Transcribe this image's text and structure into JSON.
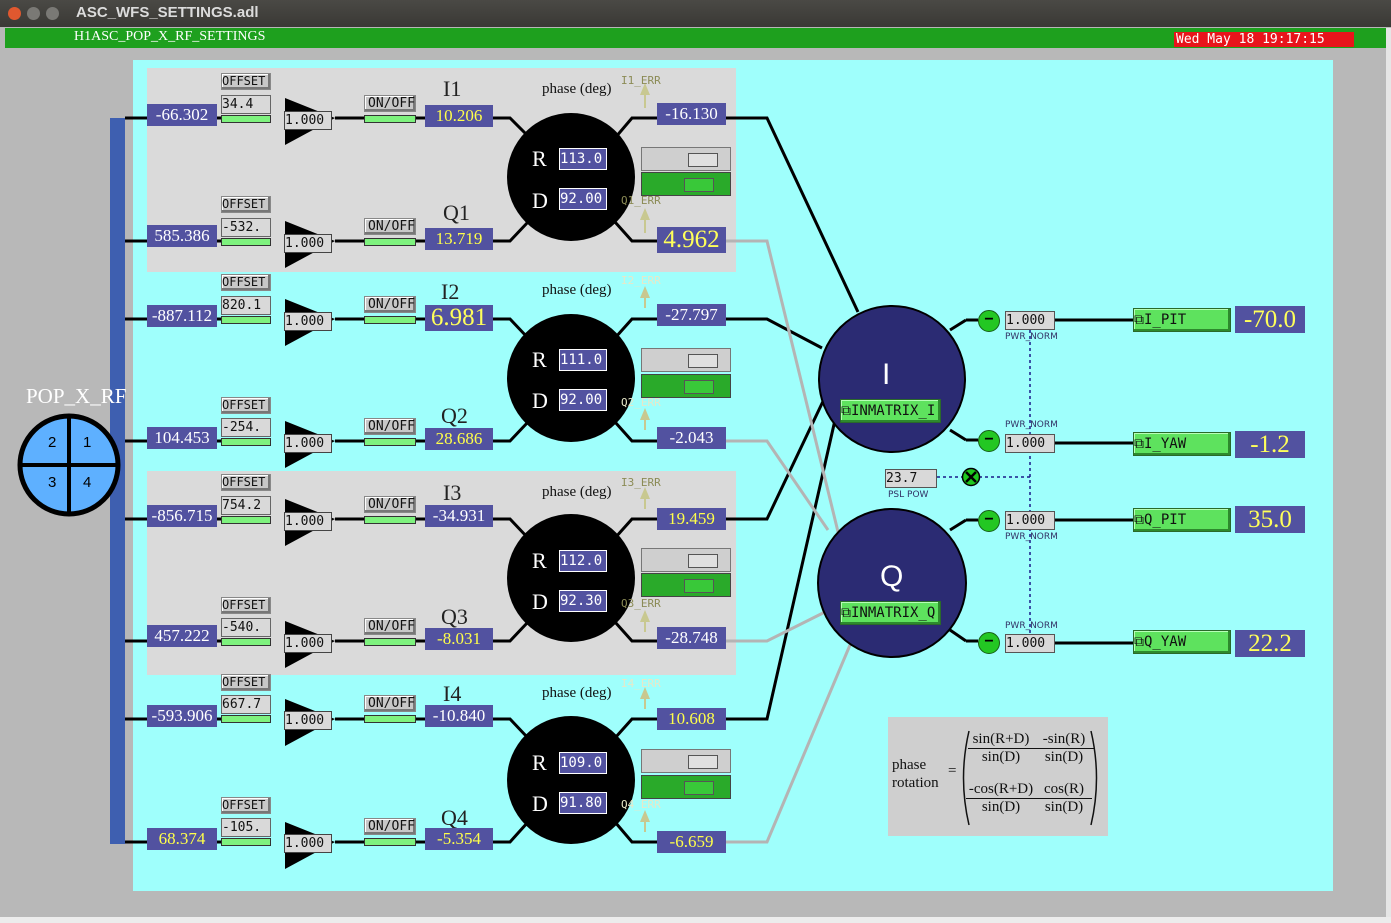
{
  "window": {
    "title": "ASC_WFS_SETTINGS.adl"
  },
  "header": {
    "subtitle": "H1ASC_POP_X_RF_SETTINGS",
    "clock": "Wed May 18 19:17:15"
  },
  "sensor": {
    "label": "POP_X_RF",
    "quadrants": [
      "2",
      "1",
      "3",
      "4"
    ]
  },
  "common": {
    "offset_label": "OFFSET",
    "onoff_label": "ON/OFF",
    "phase_label": "phase (deg)",
    "R": "R",
    "D": "D"
  },
  "segments": [
    {
      "I": {
        "label": "I1",
        "input": "-66.302",
        "offset": "34.4",
        "gain": "1.000",
        "output": "10.206",
        "err_label": "I1_ERR",
        "err_value": "-16.130"
      },
      "Q": {
        "label": "Q1",
        "input": "585.386",
        "offset": "-532.",
        "gain": "1.000",
        "output": "13.719",
        "err_label": "Q1_ERR",
        "err_value": "4.962"
      },
      "R": "113.0",
      "D": "92.00"
    },
    {
      "I": {
        "label": "I2",
        "input": "-887.112",
        "offset": "820.1",
        "gain": "1.000",
        "output": "6.981",
        "err_label": "I2_ERR",
        "err_value": "-27.797"
      },
      "Q": {
        "label": "Q2",
        "input": "104.453",
        "offset": "-254.",
        "gain": "1.000",
        "output": "28.686",
        "err_label": "Q2_ERR",
        "err_value": "-2.043"
      },
      "R": "111.0",
      "D": "92.00"
    },
    {
      "I": {
        "label": "I3",
        "input": "-856.715",
        "offset": "754.2",
        "gain": "1.000",
        "output": "-34.931",
        "err_label": "I3_ERR",
        "err_value": "19.459"
      },
      "Q": {
        "label": "Q3",
        "input": "457.222",
        "offset": "-540.",
        "gain": "1.000",
        "output": "-8.031",
        "err_label": "Q3_ERR",
        "err_value": "-28.748"
      },
      "R": "112.0",
      "D": "92.30"
    },
    {
      "I": {
        "label": "I4",
        "input": "-593.906",
        "offset": "667.7",
        "gain": "1.000",
        "output": "-10.840",
        "err_label": "I4_ERR",
        "err_value": "10.608"
      },
      "Q": {
        "label": "Q4",
        "input": "68.374",
        "offset": "-105.",
        "gain": "1.000",
        "output": "-5.354",
        "err_label": "Q4_ERR",
        "err_value": "-6.659"
      },
      "R": "109.0",
      "D": "91.80"
    }
  ],
  "matrix": {
    "I": {
      "symbol": "I",
      "button": "INMATRIX_I"
    },
    "Q": {
      "symbol": "Q",
      "button": "INMATRIX_Q"
    }
  },
  "psl": {
    "value": "23.7",
    "label": "PSL POW"
  },
  "norm_label": "PWR_NORM",
  "outputs": [
    {
      "gain": "1.000",
      "button": "I_PIT",
      "value": "-70.0"
    },
    {
      "gain": "1.000",
      "button": "I_YAW",
      "value": "-1.2"
    },
    {
      "gain": "1.000",
      "button": "Q_PIT",
      "value": "35.0"
    },
    {
      "gain": "1.000",
      "button": "Q_YAW",
      "value": "22.2"
    }
  ],
  "formula": {
    "label1": "phase",
    "label2": "rotation",
    "eq": "=",
    "a_num": "sin(R+D)",
    "a_den": "sin(D)",
    "b_num": "-sin(R)",
    "b_den": "sin(D)",
    "c_num": "-cos(R+D)",
    "c_den": "sin(D)",
    "d_num": "cos(R)",
    "d_den": "sin(D)"
  },
  "colors": {
    "cyan_bg": "#9ffffc",
    "value_box": "#5252a0",
    "button_green": "#5ee25e",
    "title_green": "#1ea01e",
    "clock_red": "#e8141b"
  }
}
